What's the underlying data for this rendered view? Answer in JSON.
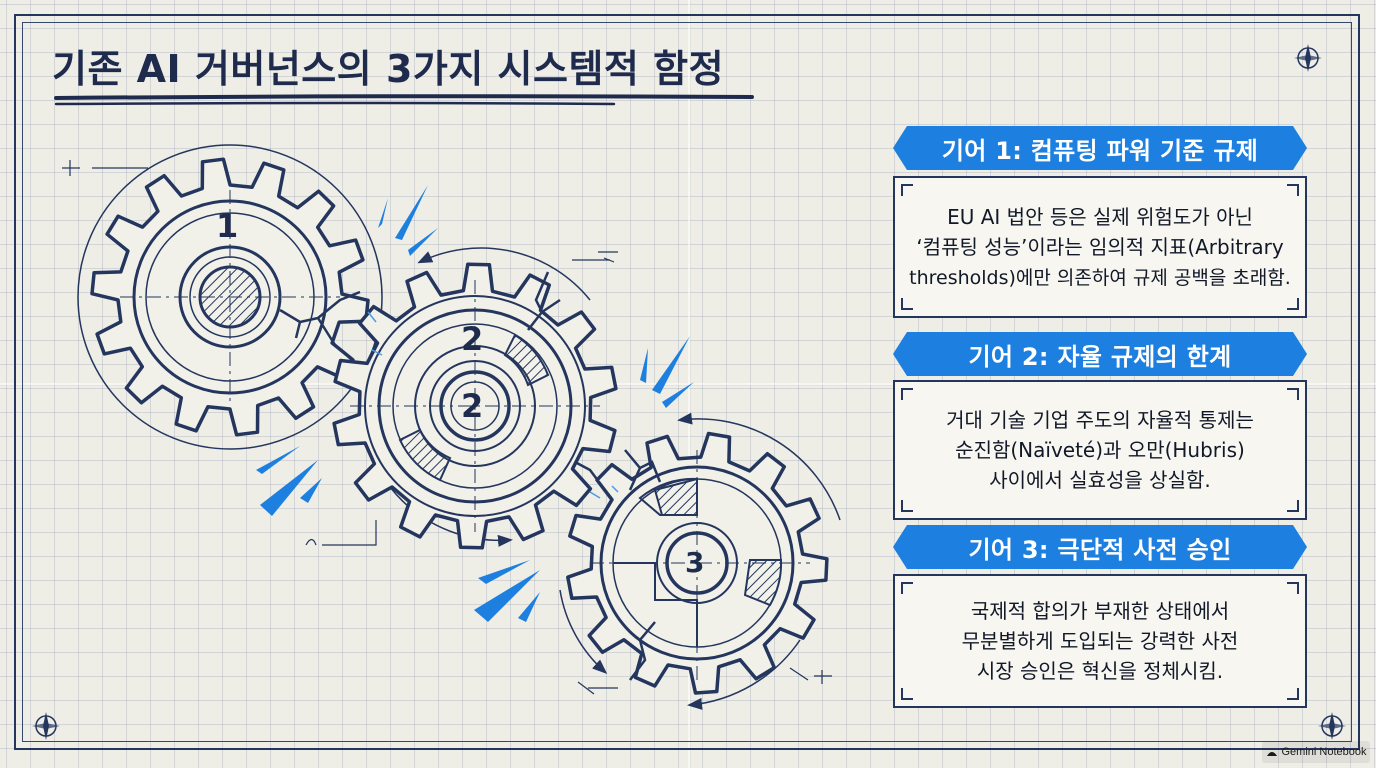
{
  "title": "기존 AI 거버넌스의 3가지 시스템적 함정",
  "gears": [
    {
      "number": "1"
    },
    {
      "number": "2",
      "number_center": "2"
    },
    {
      "number": "3"
    }
  ],
  "cards": [
    {
      "header": "기어 1: 컴퓨팅 파워 기준 규제",
      "lines": [
        "EU AI 법안 등은 실제 위험도가 아닌",
        "‘컴퓨팅 성능’이라는 임의적 지표(Arbitrary",
        "thresholds)에만 의존하여 규제 공백을 초래함."
      ]
    },
    {
      "header": "기어 2: 자율 규제의 한계",
      "lines": [
        "거대 기술 기업 주도의 자율적 통제는",
        "순진함(Naïveté)과 오만(Hubris)",
        "사이에서 실효성을 상실함."
      ]
    },
    {
      "header": "기어 3: 극단적 사전 승인",
      "lines": [
        "국제적 합의가 부재한 상태에서",
        "무분별하게 도입되는 강력한 사전",
        "시장 승인은 혁신을 정체시킴."
      ]
    }
  ],
  "watermark": "Gemini Notebook",
  "colors": {
    "accent": "#1d7fe0",
    "ink": "#24365e"
  }
}
